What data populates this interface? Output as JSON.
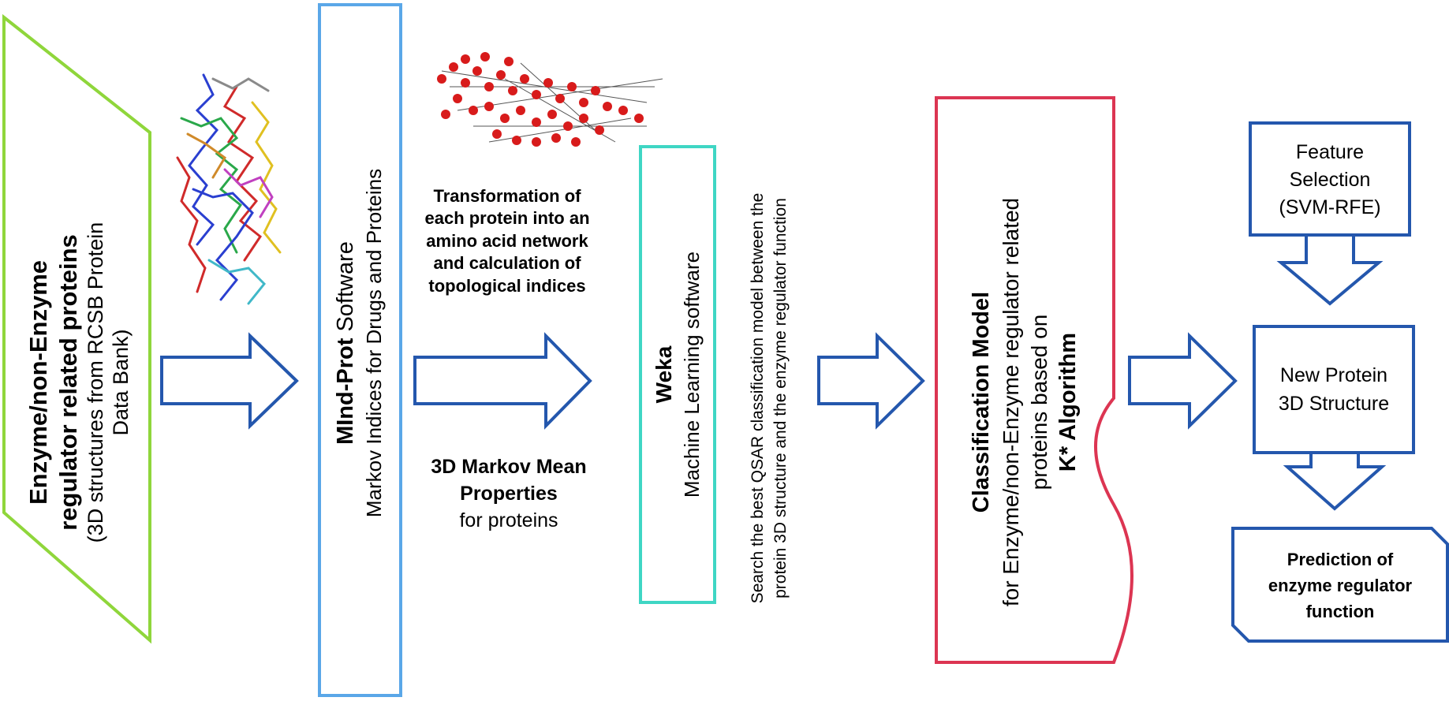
{
  "colors": {
    "input_green": "#8fd63b",
    "mindprot_blue": "#5aa7e8",
    "weka_cyan": "#3fd6c4",
    "classification_red": "#dc3552",
    "flow_blue": "#2457ad"
  },
  "input": {
    "title_line1": "Enzyme/non-Enzyme",
    "title_line2": "regulator related proteins",
    "sub_line1": "(3D structures from RCSB Protein",
    "sub_line2": "Data Bank)"
  },
  "mindprot": {
    "name": "MInd-Prot",
    "suffix": " Software",
    "subtitle": "Markov Indices for Drugs and Proteins"
  },
  "transformation": {
    "line1": "Transformation of",
    "line2": "each protein  into an",
    "line3": "amino acid network",
    "line4": "and  calculation of",
    "line5": "topological indices"
  },
  "markov": {
    "line1": "3D Markov Mean",
    "line2": "Properties",
    "line3": "for proteins"
  },
  "weka": {
    "name": "Weka",
    "subtitle": "Machine Learning software"
  },
  "qsar": {
    "line1": "Search the best QSAR classification model between the",
    "line2": "protein 3D structure and the enzyme regulator function"
  },
  "classification": {
    "title": "Classification Model",
    "line1": "for Enzyme/non-Enzyme  regulator related",
    "line2": "proteins based on",
    "line3": "K* Algorithm"
  },
  "feature": {
    "line1": "Feature",
    "line2": "Selection",
    "line3": "(SVM-RFE)"
  },
  "newprotein": {
    "line1": "New Protein",
    "line2": "3D Structure"
  },
  "prediction": {
    "line1": "Prediction of",
    "line2": "enzyme regulator",
    "line3": "function"
  }
}
